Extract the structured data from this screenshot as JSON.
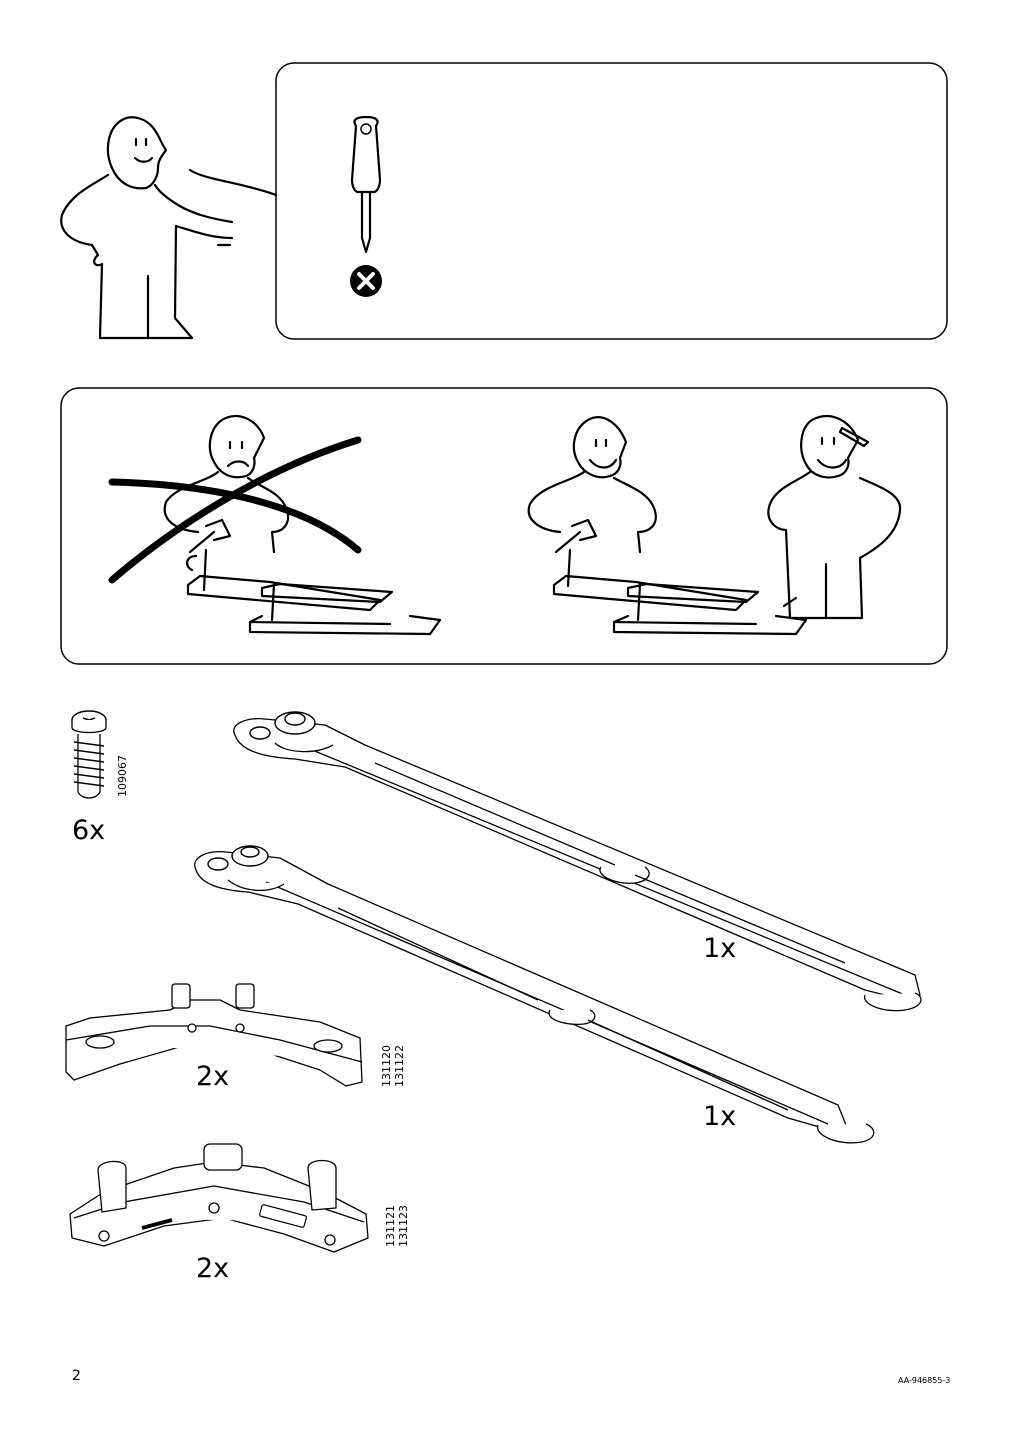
{
  "page": {
    "number": "2",
    "document_code": "AA-946855-3"
  },
  "tools": {
    "required_tool_icon": "screwdriver-icon",
    "excluded_marker_icon": "cross-circle-icon"
  },
  "parts": [
    {
      "id": "screw",
      "part_number": "109067",
      "quantity": "6x",
      "icon": "screw-icon"
    },
    {
      "id": "rail-upper",
      "quantity": "1x",
      "icon": "rail-icon"
    },
    {
      "id": "rail-lower",
      "quantity": "1x",
      "icon": "rail-icon"
    },
    {
      "id": "bracket-a",
      "part_numbers": [
        "131120",
        "131122"
      ],
      "quantity": "2x",
      "icon": "bracket-icon"
    },
    {
      "id": "bracket-b",
      "part_numbers": [
        "131121",
        "131123"
      ],
      "quantity": "2x",
      "icon": "bracket-icon"
    }
  ]
}
